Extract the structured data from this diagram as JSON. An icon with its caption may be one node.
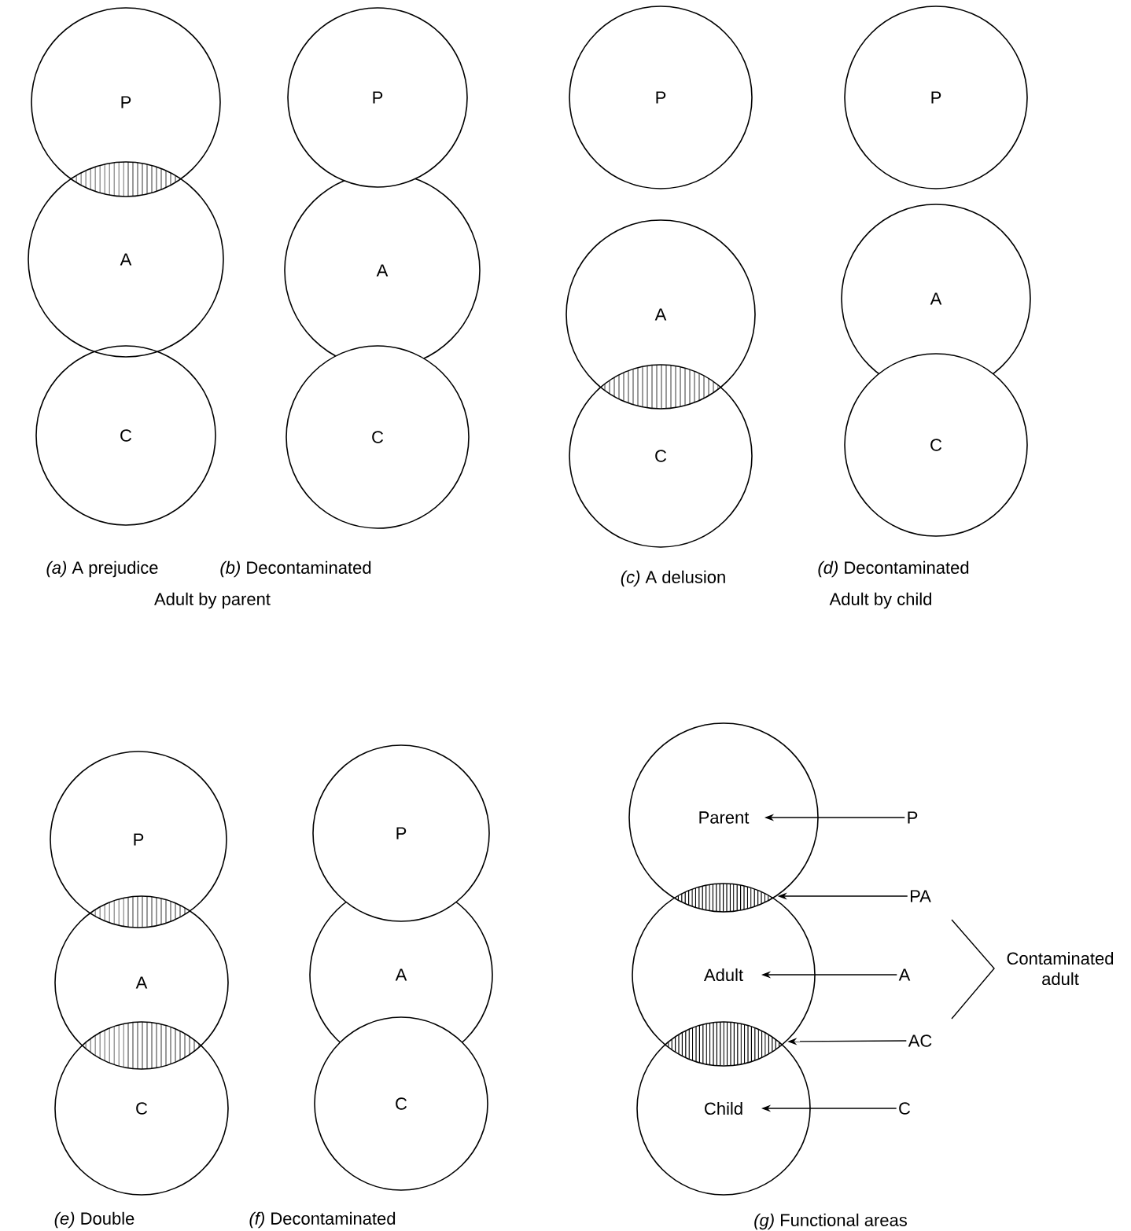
{
  "diagram": {
    "nodes": [
      {
        "text": [
          "P"
        ]
      },
      {
        "text": [
          "A"
        ]
      },
      {
        "text": [
          "C"
        ]
      },
      {
        "text": [
          "P"
        ]
      },
      {
        "text": [
          "A"
        ]
      },
      {
        "text": [
          "C"
        ]
      },
      {
        "text": [
          "P"
        ]
      },
      {
        "text": [
          "A"
        ]
      },
      {
        "text": [
          "C"
        ]
      },
      {
        "text": [
          "P"
        ]
      },
      {
        "text": [
          "A"
        ]
      },
      {
        "text": [
          "C"
        ]
      },
      {
        "text": [
          "P"
        ]
      },
      {
        "text": [
          "A"
        ]
      },
      {
        "text": [
          "C"
        ]
      },
      {
        "text": [
          "P"
        ]
      },
      {
        "text": [
          "A"
        ]
      },
      {
        "text": [
          "C"
        ]
      },
      {
        "text": [
          "Parent"
        ]
      },
      {
        "text": [],
        "shape": "lens"
      },
      {
        "text": [
          "Adult"
        ]
      },
      {
        "text": [],
        "shape": "lens"
      },
      {
        "text": [
          "Child"
        ]
      },
      {
        "text": [
          "P"
        ]
      },
      {
        "text": [
          "PA"
        ]
      },
      {
        "text": [
          "A"
        ]
      },
      {
        "text": [
          "AC"
        ]
      },
      {
        "text": [
          "C"
        ]
      }
    ],
    "edges": [
      {
        "from": 23,
        "to": 18,
        "arrow": "to"
      },
      {
        "from": 24,
        "to": 19,
        "arrow": "to"
      },
      {
        "from": 25,
        "to": 20,
        "arrow": "to"
      },
      {
        "from": 26,
        "to": 21,
        "arrow": "to"
      },
      {
        "from": 27,
        "to": 22,
        "arrow": "to"
      }
    ],
    "labels": [
      "*(a)* A prejudice",
      "*(b)* Decontaminated",
      "Adult by parent",
      "*(c)* A delusion",
      "*(d)* Decontaminated",
      "Adult by child",
      "Contaminated adult",
      "*(e)* Double",
      "*(f)* Decontaminated",
      "*(g)* Functional areas"
    ]
  }
}
